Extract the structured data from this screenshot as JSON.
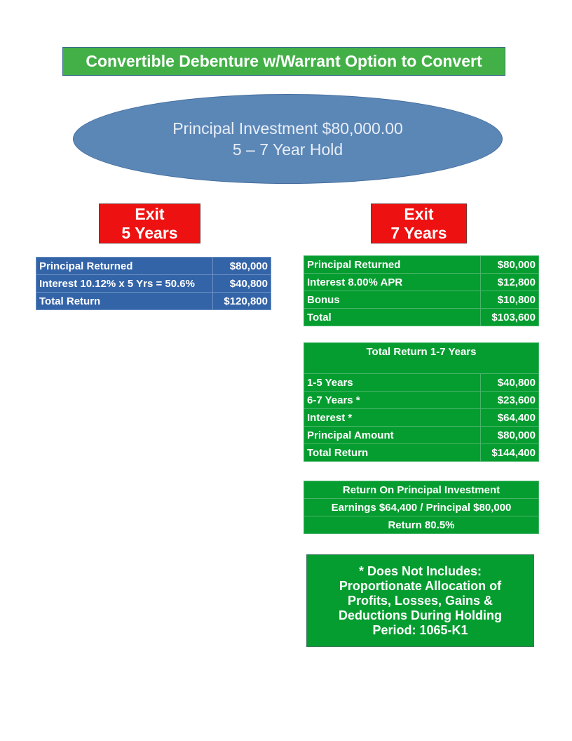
{
  "title": "Convertible Debenture w/Warrant Option to Convert",
  "investment": {
    "line1": "Principal Investment $80,000.00",
    "line2": "5 – 7 Year Hold"
  },
  "exit5": {
    "line1": "Exit",
    "line2": "5 Years"
  },
  "exit7": {
    "line1": "Exit",
    "line2": "7 Years"
  },
  "table5": {
    "rows": [
      {
        "label": "Principal Returned",
        "value": "$80,000"
      },
      {
        "label": "Interest 10.12% x 5 Yrs = 50.6%",
        "value": "$40,800"
      },
      {
        "label": "Total Return",
        "value": "$120,800"
      }
    ]
  },
  "table7": {
    "rows": [
      {
        "label": "Principal Returned",
        "value": "$80,000"
      },
      {
        "label": "Interest 8.00% APR",
        "value": "$12,800"
      },
      {
        "label": "Bonus",
        "value": "$10,800"
      },
      {
        "label": "Total",
        "value": "$103,600"
      }
    ]
  },
  "total_return": {
    "header": "Total Return 1-7 Years",
    "rows": [
      {
        "label": "1-5 Years",
        "value": "$40,800"
      },
      {
        "label": "6-7 Years *",
        "value": "$23,600"
      },
      {
        "label": "Interest *",
        "value": "$64,400"
      },
      {
        "label": "Principal Amount",
        "value": "$80,000"
      },
      {
        "label": "Total Return",
        "value": "$144,400"
      }
    ]
  },
  "roi": {
    "header": "Return On Principal Investment",
    "earnings": "Earnings $64,400 / Principal $80,000",
    "return": "Return 80.5%"
  },
  "note": {
    "line1": "* Does Not Includes:",
    "line2": "Proportionate Allocation of",
    "line3": "Profits, Losses, Gains &",
    "line4": "Deductions During Holding",
    "line5": "Period: 1065-K1"
  },
  "colors": {
    "title_green": "#43b047",
    "ellipse_blue": "#5b87b7",
    "exit_red": "#ee1111",
    "table_blue": "#3464a8",
    "table_green": "#069d30"
  }
}
